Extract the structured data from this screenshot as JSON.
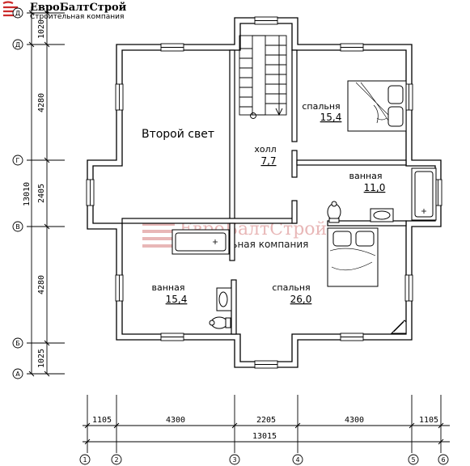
{
  "brand": {
    "name": "ЕвроБалтСтрой",
    "tagline": "Строительная компания",
    "watermark_name": "ЕвроБалтСтрой",
    "watermark_tagline": "строительная компания",
    "colors": {
      "logo_red": "#cc2b2b",
      "watermark": "#e6b0b0"
    }
  },
  "rooms": [
    {
      "name": "Второй свет",
      "area": ""
    },
    {
      "name": "спальня",
      "area": "15,4"
    },
    {
      "name": "холл",
      "area": "7,7"
    },
    {
      "name": "ванная",
      "area": "11,0"
    },
    {
      "name": "ванная",
      "area": "15,4"
    },
    {
      "name": "спальня",
      "area": "26,0"
    }
  ],
  "left_axes": [
    "Д",
    "Г",
    "В",
    "Б",
    "А"
  ],
  "left_dims": {
    "segments": [
      "1020",
      "4280",
      "2405",
      "4280",
      "1025"
    ],
    "total": "13010"
  },
  "bottom_axes": [
    "1",
    "2",
    "3",
    "4",
    "5",
    "6"
  ],
  "bottom_dims": {
    "segments": [
      "1105",
      "4300",
      "2205",
      "4300",
      "1105"
    ],
    "total": "13015"
  }
}
